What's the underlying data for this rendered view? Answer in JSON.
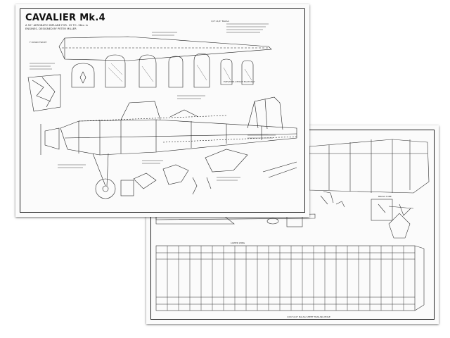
{
  "plan": {
    "title": "CAVALIER Mk.4",
    "subtitle_line1": "A 50\" AEROBATIC BIPLANE FOR .19 TO .36cu in",
    "subtitle_line2": "ENGINES.   DESIGNED BY PETER MILLER"
  },
  "front_sheet_notes": {
    "top_left": "F DOWN TWICE?",
    "top_right": "1/4\"×1/4\" BALSA",
    "mid_right": "ELEVATOR ATTACH EACH WAY"
  },
  "back_sheet_notes": {
    "bottom": "1/16\"x1/4\" BALSA SHEET TRAILING EDGE",
    "tube_label": "BRASS TUBE",
    "hinge": "LOWER WING"
  },
  "colors": {
    "paper": "#fbfbfb",
    "ink": "#222222",
    "background": "#ffffff"
  }
}
